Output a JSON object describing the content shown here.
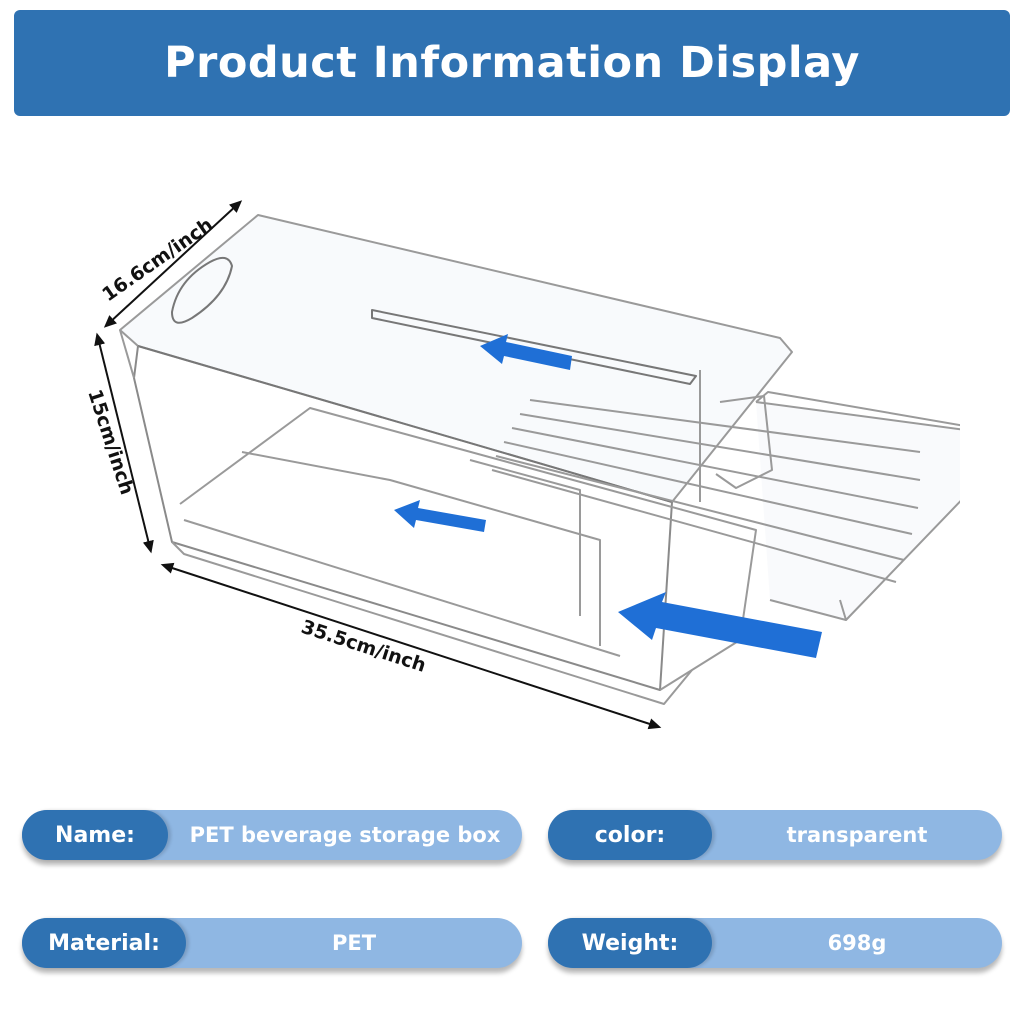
{
  "header": {
    "title": "Product Information Display"
  },
  "dimensions": {
    "width": "16.6cm/inch",
    "height": "15cm/inch",
    "length": "35.5cm/inch"
  },
  "specs": {
    "name": {
      "key": "Name:",
      "value": "PET beverage storage box"
    },
    "color": {
      "key": "color:",
      "value": "transparent"
    },
    "material": {
      "key": "Material:",
      "value": "PET"
    },
    "weight": {
      "key": "Weight:",
      "value": "698g"
    }
  },
  "colors": {
    "banner": "#2f72b2",
    "pill_key": "#2f72b2",
    "pill_value": "#8fb7e3",
    "arrow": "#1f6fd6"
  },
  "icons": [
    "arrow-left-icon"
  ]
}
